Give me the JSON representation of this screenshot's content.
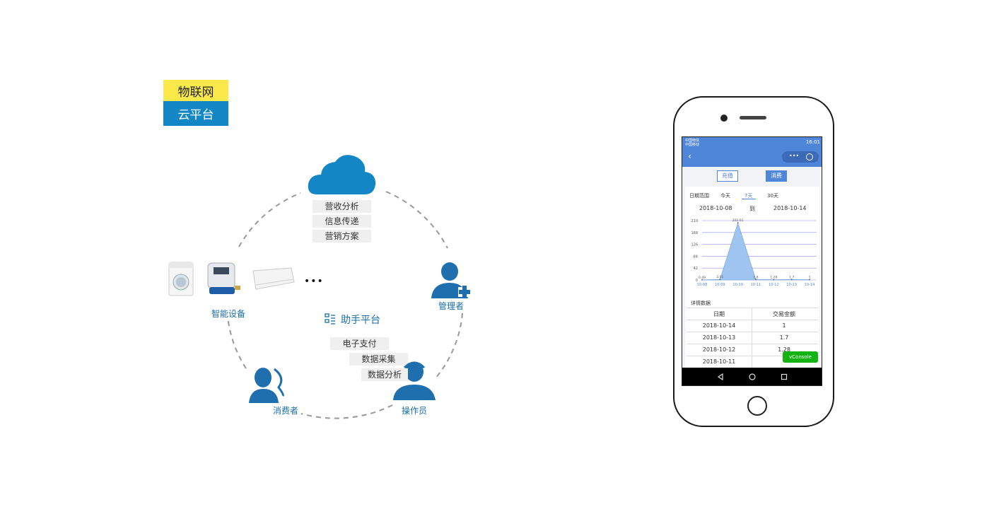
{
  "badge": {
    "line1": "物联网",
    "line2": "云平台"
  },
  "cloud_services": [
    "营收分析",
    "信息传递",
    "营销方案"
  ],
  "devices_label": "智能设备",
  "ellipsis": "•••",
  "manager_label": "管理者",
  "consumer_label": "消费者",
  "operator_label": "操作员",
  "assistant_platform": "助手平台",
  "assistant_features": [
    "电子支付",
    "数据采集",
    "数据分析"
  ],
  "phone": {
    "status_left1": "中国电信",
    "status_left2": "中国移动",
    "time": "16:01",
    "tabs": {
      "recharge": "充值",
      "consume": "消费"
    },
    "filter": {
      "label": "日期范围",
      "today": "今天",
      "week": "7天",
      "month": "30天",
      "active": "7天"
    },
    "date_from": "2018-10-08",
    "date_to_label": "到",
    "date_to": "2018-10-14",
    "detail_title": "详情数据",
    "table_headers": [
      "日期",
      "交易金额"
    ],
    "rows": [
      [
        "2018-10-14",
        "1"
      ],
      [
        "2018-10-13",
        "1.7"
      ],
      [
        "2018-10-12",
        "1.28"
      ],
      [
        "2018-10-11",
        ""
      ]
    ],
    "vconsole": "vConsole"
  },
  "chart_data": {
    "type": "area",
    "categories": [
      "10-08",
      "10-09",
      "10-10",
      "10-11",
      "10-12",
      "10-13",
      "10-14"
    ],
    "values": [
      0.49,
      2.01,
      202.01,
      1.8,
      1.28,
      1.7,
      1
    ],
    "value_labels": [
      "0.49",
      "2.01",
      "202.01",
      "1.8",
      "1.28",
      "1.7",
      "1"
    ],
    "y_ticks": [
      "0",
      "42",
      "84",
      "126",
      "168",
      "210"
    ],
    "ylim": [
      0,
      210
    ],
    "grid": true,
    "colors": {
      "fill": "#9ec4ef",
      "line": "#6fa1e0",
      "grid": "#8f8fe8"
    }
  },
  "colors": {
    "accent": "#1386c6",
    "badge_yellow": "#fbe94b",
    "phone_header": "#4f86d9"
  }
}
